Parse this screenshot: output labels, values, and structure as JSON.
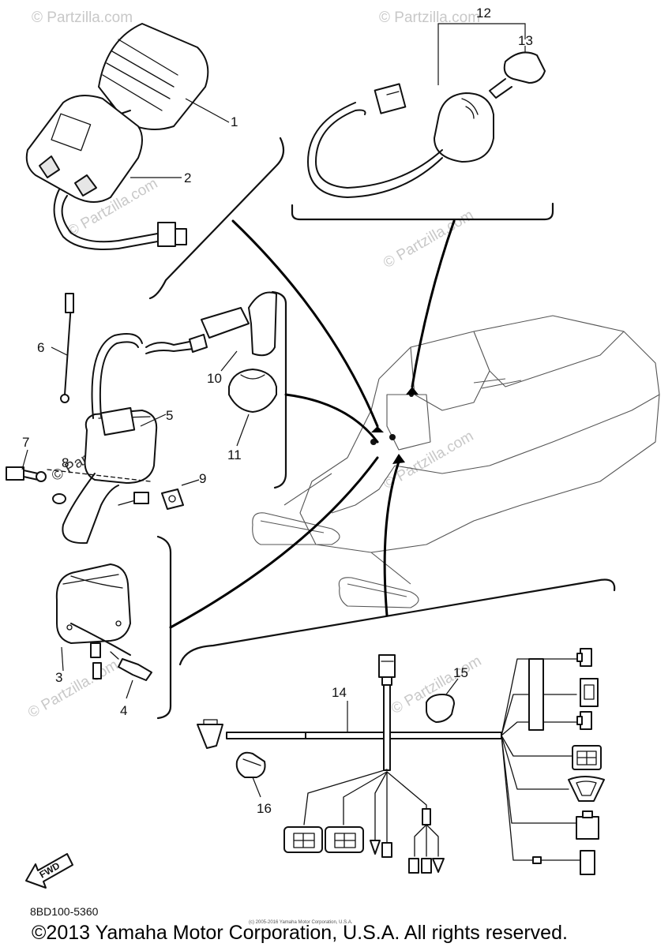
{
  "watermark": "© Partzilla.com",
  "callouts": {
    "p1": "1",
    "p2": "2",
    "p3": "3",
    "p4": "4",
    "p5": "5",
    "p6": "6",
    "p7": "7",
    "p8": "8",
    "p9": "9",
    "p10": "10",
    "p11": "11",
    "p12": "12",
    "p13": "13",
    "p14": "14",
    "p15": "15",
    "p16": "16"
  },
  "fwd_label": "FWD",
  "diagram_code": "8BD100-5360",
  "copyright_small": "(c) 2005-2016 Yamaha Motor Corporation, U.S.A.",
  "copyright": "©2013 Yamaha Motor Corporation, U.S.A. All rights reserved."
}
